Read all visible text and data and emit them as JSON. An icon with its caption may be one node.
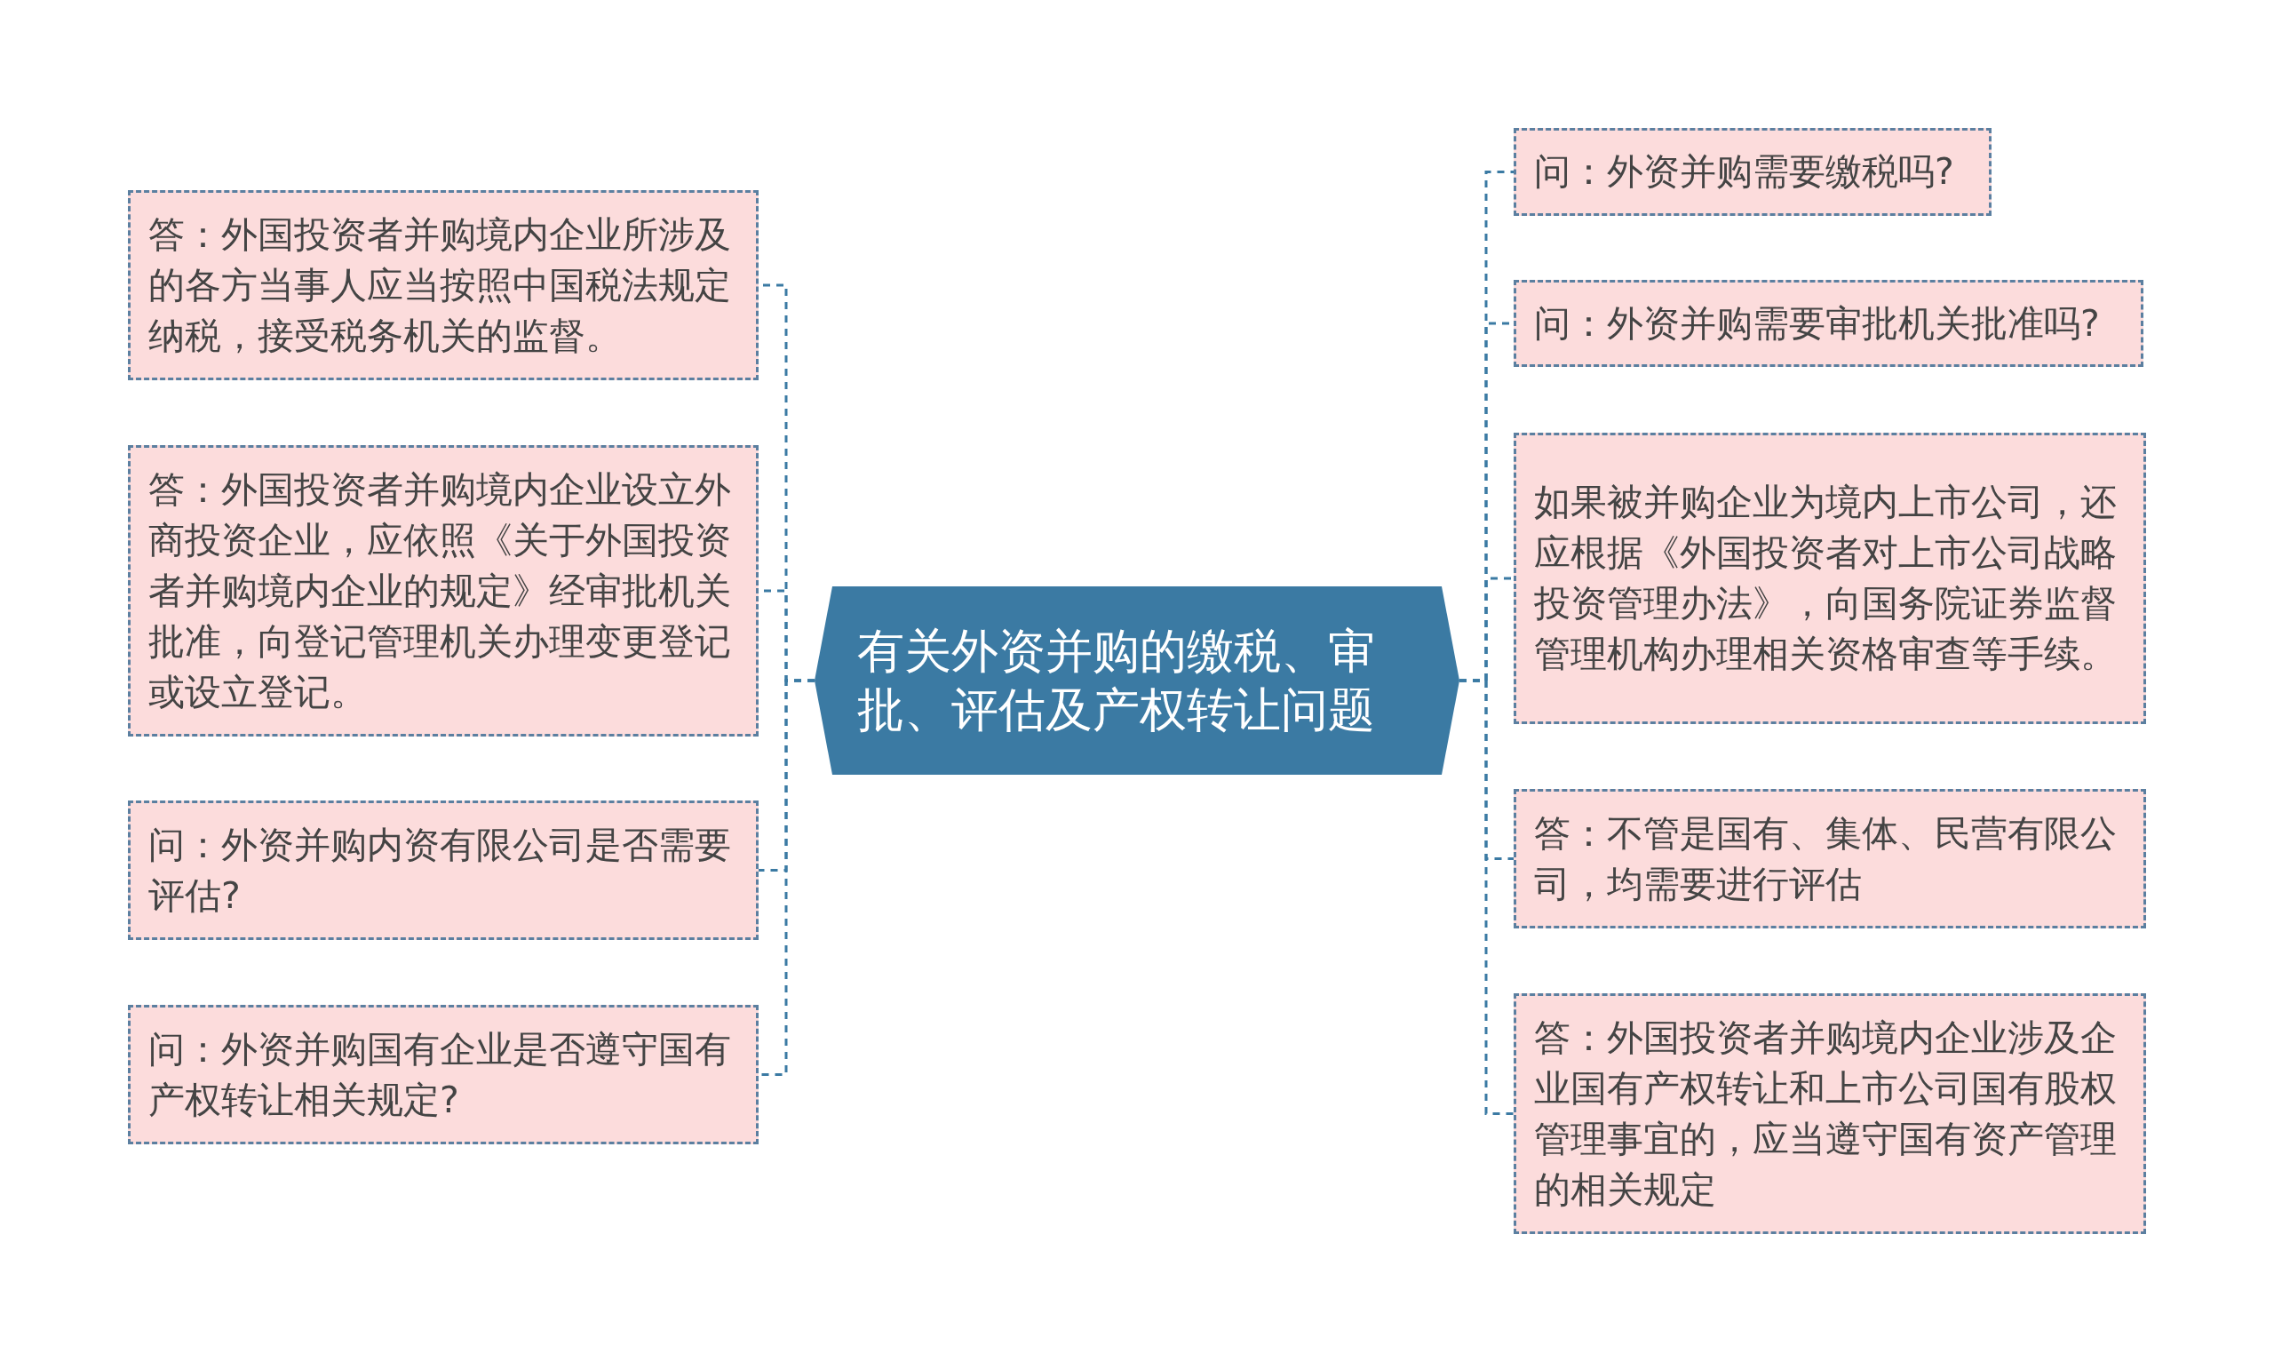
{
  "diagram": {
    "nodes": [
      {
        "text": [
          "有关外资并购的缴税、审批、评估及产权转让问题"
        ]
      },
      {
        "text": [
          "答：外国投资者并购境内企业所涉及的各方当事人应当按照中国税法规定纳税，接受税务机关的监督。"
        ]
      },
      {
        "text": [
          "答：外国投资者并购境内企业设立外商投资企业，应依照《关于外国投资者并购境内企业的规定》经审批机关批准，向登记管理机关办理变更登记或设立登记。"
        ]
      },
      {
        "text": [
          "问：外资并购内资有限公司是否需要评估?"
        ]
      },
      {
        "text": [
          "问：外资并购国有企业是否遵守国有产权转让相关规定?"
        ]
      },
      {
        "text": [
          "问：外资并购需要缴税吗?"
        ]
      },
      {
        "text": [
          "问：外资并购需要审批机关批准吗?"
        ]
      },
      {
        "text": [
          "如果被并购企业为境内上市公司，还应根据《外国投资者对上市公司战略投资管理办法》，向国务院证券监督管理机构办理相关资格审查等手续。"
        ]
      },
      {
        "text": [
          "答：不管是国有、集体、民营有限公司，均需要进行评估"
        ]
      },
      {
        "text": [
          "答：外国投资者并购境内企业涉及企业国有产权转让和上市公司国有股权管理事宜的，应当遵守国有资产管理的相关规定"
        ]
      }
    ],
    "edges": [
      {
        "from": 0,
        "to": 1,
        "arrow": "none",
        "style": "dashed"
      },
      {
        "from": 0,
        "to": 2,
        "arrow": "none",
        "style": "dashed"
      },
      {
        "from": 0,
        "to": 3,
        "arrow": "none",
        "style": "dashed"
      },
      {
        "from": 0,
        "to": 4,
        "arrow": "none",
        "style": "dashed"
      },
      {
        "from": 0,
        "to": 5,
        "arrow": "none",
        "style": "dashed"
      },
      {
        "from": 0,
        "to": 6,
        "arrow": "none",
        "style": "dashed"
      },
      {
        "from": 0,
        "to": 7,
        "arrow": "none",
        "style": "dashed"
      },
      {
        "from": 0,
        "to": 8,
        "arrow": "none",
        "style": "dashed"
      },
      {
        "from": 0,
        "to": 9,
        "arrow": "none",
        "style": "dashed"
      }
    ]
  }
}
